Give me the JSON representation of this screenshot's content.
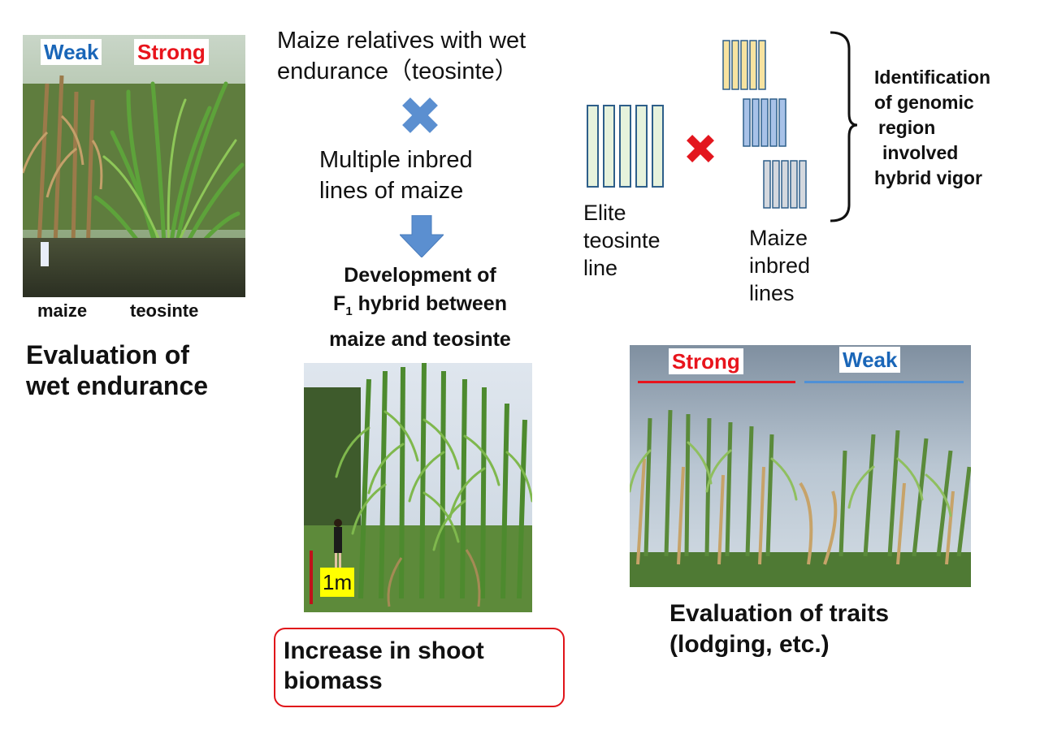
{
  "left": {
    "tag_weak": "Weak",
    "tag_strong": "Strong",
    "caption_maize": "maize",
    "caption_teosinte": "teosinte",
    "title_lines": [
      "Evaluation of",
      "wet endurance"
    ]
  },
  "center": {
    "relatives_lines": [
      "Maize relatives with wet",
      "endurance（teosinte）"
    ],
    "inbred_lines": [
      "Multiple inbred",
      "lines of maize"
    ],
    "development_line1": "Development of",
    "development_f": "F",
    "development_sub": "1",
    "development_line2_rest": " hybrid between",
    "development_line3": "maize and teosinte",
    "scale_label": "1m",
    "biomass_lines": [
      "Increase in shoot",
      "biomass"
    ]
  },
  "right": {
    "elite_lines": [
      "Elite",
      "teosinte",
      "line"
    ],
    "inbred_label_lines": [
      "Maize",
      "inbred",
      "lines"
    ],
    "identification_lines": [
      "Identification",
      "of genomic",
      "region",
      "involved",
      "hybrid vigor"
    ],
    "tag_strong": "Strong",
    "tag_weak": "Weak",
    "traits_lines": [
      "Evaluation of traits",
      "(lodging, etc.)"
    ]
  },
  "colors": {
    "weak_blue": "#1a66b8",
    "strong_red": "#e8141c",
    "arrow_blue": "#5b8fd0",
    "cross_red": "#e3161e",
    "teosinte_fill": "#e6f2dc",
    "maize_yellow": "#f7e3a0",
    "maize_blue": "#a8c2e8",
    "maize_gray": "#d4d8de",
    "scale_yellow": "#ffff00",
    "box_red": "#e0141a"
  }
}
